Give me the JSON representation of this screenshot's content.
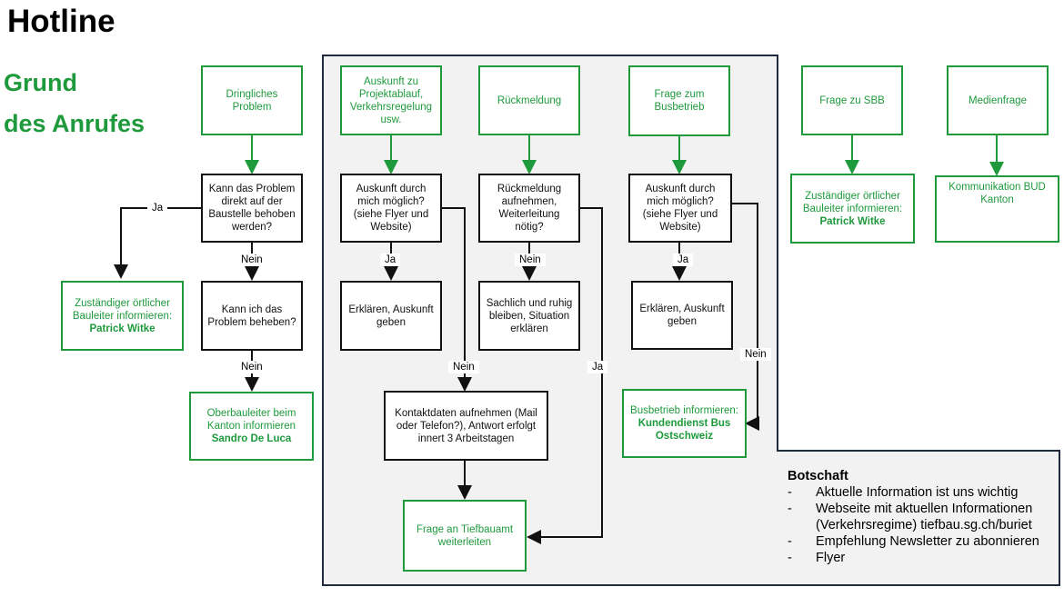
{
  "header": {
    "title": "Hotline",
    "subtitle_line1": "Grund",
    "subtitle_line2": "des Anrufes"
  },
  "colors": {
    "green": "#1e9a3c",
    "dark": "#111111",
    "panel": "#f2f2f2",
    "panel_border": "#1f2a3a"
  },
  "categories": {
    "dringlich": "Dringliches Problem",
    "auskunft": "Auskunft zu Projektablauf, Verkehrsregelung usw.",
    "rueckmeldung": "Rückmeldung",
    "busbetrieb": "Frage zum Busbetrieb",
    "sbb": "Frage zu SBB",
    "medien": "Medienfrage"
  },
  "questions": {
    "q_baustelle": "Kann das Problem direkt auf der Baustelle behoben werden?",
    "q_selbst": "Kann ich das Problem beheben?",
    "q_auskunft": "Auskunft durch mich möglich? (siehe Flyer und Website)",
    "q_rueckmeldung": "Rückmeldung aufnehmen, Weiterleitung nötig?",
    "q_bus": "Auskunft durch mich möglich? (siehe Flyer und Website)"
  },
  "actions": {
    "erklaeren1": "Erklären, Auskunft geben",
    "sachlich": "Sachlich und ruhig bleiben, Situation erklären",
    "erklaeren2": "Erklären, Auskunft geben",
    "kontakt": "Kontaktdaten aufnehmen (Mail oder Telefon?), Antwort erfolgt innert 3 Arbeitstagen"
  },
  "outcomes": {
    "bauleiter_left_text": "Zuständiger örtlicher Bauleiter informieren:",
    "bauleiter_left_name": "Patrick Witke",
    "oberbauleiter_text": "Oberbauleiter beim Kanton informieren",
    "oberbauleiter_name": "Sandro De Luca",
    "tiefbauamt": "Frage an Tiefbauamt weiterleiten",
    "busbetrieb_text": "Busbetrieb informieren:",
    "busbetrieb_name": "Kundendienst Bus Ostschweiz",
    "sbb_text": "Zuständiger örtlicher Bauleiter informieren:",
    "sbb_name": "Patrick Witke",
    "medien": "Kommunikation BUD Kanton"
  },
  "edge_labels": {
    "ja": "Ja",
    "nein": "Nein"
  },
  "message": {
    "heading": "Botschaft",
    "dash": "-",
    "items": [
      "Aktuelle Information ist uns wichtig",
      "Webseite mit aktuellen Informationen",
      "(Verkehrsregime) tiefbau.sg.ch/buriet",
      "Empfehlung Newsletter zu abonnieren",
      "Flyer"
    ]
  }
}
